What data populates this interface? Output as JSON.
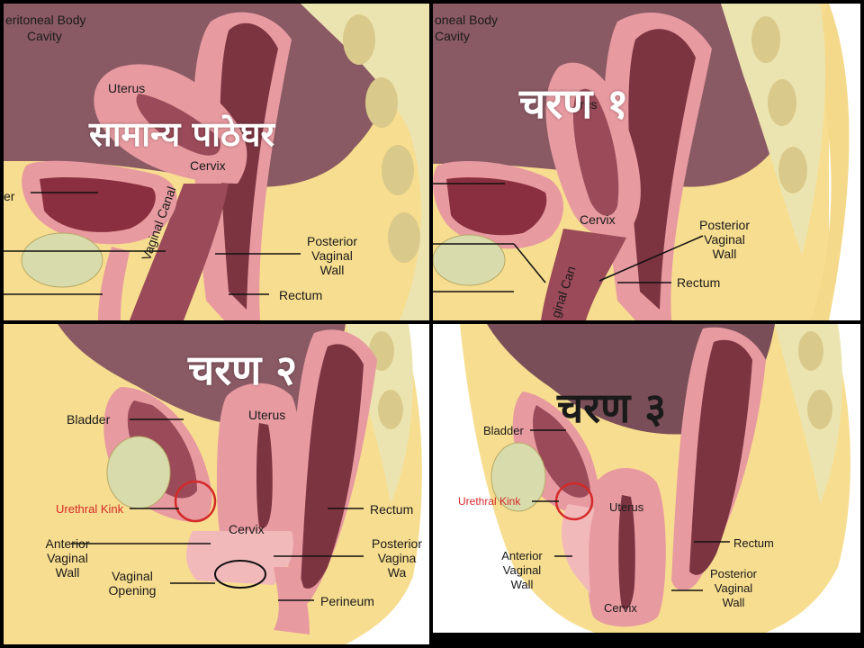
{
  "panels": {
    "normal": {
      "title": "सामान्य पाठेघर",
      "labels": {
        "peritoneal_1": "eritoneal Body",
        "peritoneal_2": "Cavity",
        "uterus": "Uterus",
        "cervix": "Cervix",
        "bladder_partial": "er",
        "vaginal_canal": "Vaginal Canal",
        "posterior_1": "Posterior",
        "posterior_2": "Vaginal",
        "posterior_3": "Wall",
        "rectum": "Rectum"
      }
    },
    "stage1": {
      "title": "चरण १",
      "labels": {
        "peritoneal_1": "oneal Body",
        "peritoneal_2": "Cavity",
        "uterus_partial": "rus",
        "cervix": "Cervix",
        "vaginal_canal": "ginal Can",
        "posterior_1": "Posterior",
        "posterior_2": "Vaginal",
        "posterior_3": "Wall",
        "rectum": "Rectum"
      }
    },
    "stage2": {
      "title": "चरण २",
      "labels": {
        "bladder": "Bladder",
        "uterus": "Uterus",
        "urethral_kink": "Urethral Kink",
        "cervix": "Cervix",
        "rectum": "Rectum",
        "anterior_1": "Anterior",
        "anterior_2": "Vaginal",
        "anterior_3": "Wall",
        "posterior_1": "Posterior",
        "posterior_2": "Vagina",
        "posterior_3": "Wa",
        "opening_1": "Vaginal",
        "opening_2": "Opening",
        "perineum": "Perineum"
      }
    },
    "stage3": {
      "title": "चरण ३",
      "labels": {
        "bladder": "Bladder",
        "urethral_kink": "Urethral Kink",
        "uterus": "Uterus",
        "rectum": "Rectum",
        "anterior_1": "Anterior",
        "anterior_2": "Vaginal",
        "anterior_3": "Wall",
        "posterior_1": "Posterior",
        "posterior_2": "Vaginal",
        "posterior_3": "Wall",
        "cervix": "Cervix"
      }
    }
  },
  "colors": {
    "border": "#000000",
    "fat_yellow": "#f7dd8f",
    "cavity_mauve": "#8a5a64",
    "tissue_pink": "#e79aa0",
    "tissue_light": "#f2b9bb",
    "organ_dark": "#7c3441",
    "spine_cream": "#ece4b0",
    "bone_green": "#d8dbab",
    "kink_red": "#d42a2a"
  }
}
